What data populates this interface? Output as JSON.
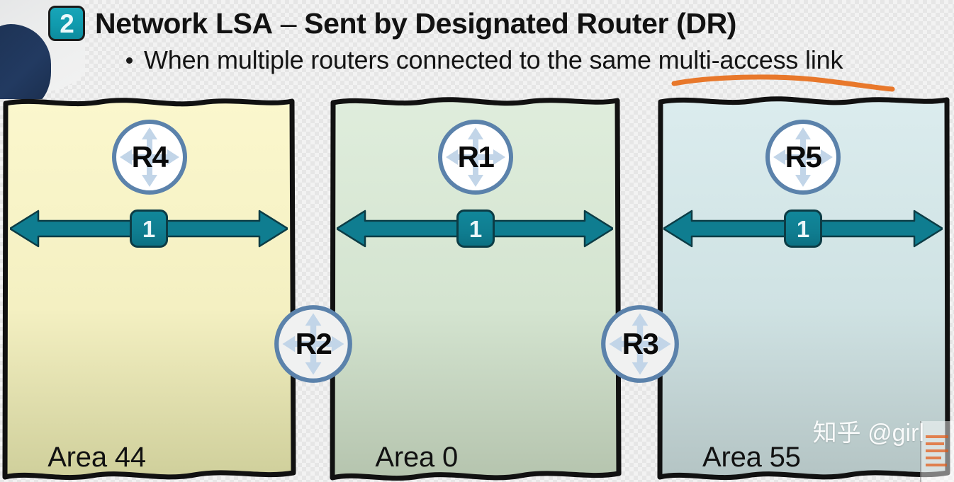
{
  "header": {
    "step_number": "2",
    "title_bold_a": "Network LSA",
    "title_dash": " – ",
    "title_bold_b": "Sent by Designated Router (DR)",
    "title_full": "Network LSA – Sent by Designated Router (DR)",
    "bullet_text": "When multiple routers connected to the same multi-access link",
    "bullet_marker": "•",
    "highlight_color": "#e8782b"
  },
  "colors": {
    "badge_teal": "#109aad",
    "link_teal": "#0f7d90",
    "link_outline": "#0c3c45",
    "router_ring": "#5b82ab",
    "router_arrow": "#c2d5e8",
    "area_border": "#111111",
    "canvas_background": "#f2f2f2"
  },
  "areas": [
    {
      "id": "area-44",
      "label": "Area 44",
      "fill_top": "#fbf7cd",
      "fill_bottom": "#cfcf9b",
      "link": {
        "cost": "1"
      }
    },
    {
      "id": "area-0",
      "label": "Area 0",
      "fill_top": "#dfeddc",
      "fill_bottom": "#b5c4ae",
      "link": {
        "cost": "1"
      }
    },
    {
      "id": "area-55",
      "label": "Area 55",
      "fill_top": "#dbecee",
      "fill_bottom": "#b4c4c4",
      "link": {
        "cost": "1"
      }
    }
  ],
  "routers": [
    {
      "id": "r4",
      "label": "R4",
      "placement": "inside-area-44"
    },
    {
      "id": "r1",
      "label": "R1",
      "placement": "inside-area-0"
    },
    {
      "id": "r5",
      "label": "R5",
      "placement": "inside-area-55"
    },
    {
      "id": "r2",
      "label": "R2",
      "placement": "border-area-44-area-0"
    },
    {
      "id": "r3",
      "label": "R3",
      "placement": "border-area-0-area-55"
    }
  ],
  "watermark": {
    "text": "知乎 @girl"
  }
}
